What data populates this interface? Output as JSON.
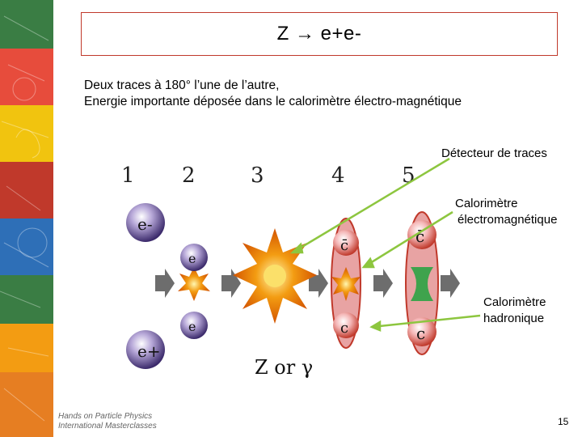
{
  "slide": {
    "title": "Z → e+e-",
    "description_line1": "Deux traces à 180° l’une de l’autre,",
    "description_line2": "Energie importante déposée dans le calorimètre électro-magnétique",
    "labels": {
      "tracker": "Détecteur de traces",
      "ecal_line1": "Calorimètre",
      "ecal_line2": "électromagnétique",
      "hcal_line1": "Calorimètre",
      "hcal_line2": "hadronique"
    },
    "steps": [
      "1",
      "2",
      "3",
      "4",
      "5"
    ],
    "particles": {
      "electron": "e-",
      "positron": "e+",
      "quark": "c",
      "antiquark": "c̄",
      "boson": "Z or γ"
    },
    "logo_line1": "Hands on Particle Physics",
    "logo_line2": "International Masterclasses",
    "page_number": "15"
  },
  "colors": {
    "title_border": "#c0392b",
    "arrow": "#8dc63f",
    "particle_sphere": "#5b4a8b",
    "burst": "#f39c12"
  }
}
